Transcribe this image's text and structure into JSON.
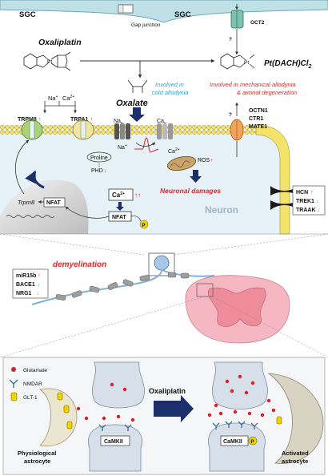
{
  "top_panel": {
    "sgc_left": "SGC",
    "sgc_right": "SGC",
    "gap_junction": "Gap junction",
    "oxaliplatin": "Oxaliplatin",
    "oct2": "OCT2",
    "oct2_question": "?",
    "pt_product": "Pt(DACH)Cl",
    "pt_product_sub": "2",
    "oxalate": "Oxalate",
    "cold_allodynia_1": "Involved in",
    "cold_allodynia_2": "cold allodynia",
    "mech_allodynia_1": "Involved in mechanical allodynia",
    "mech_allodynia_2": "& axonal degeneration",
    "na_ion": "Na",
    "ca_ion": "Ca",
    "ca_sup": "2+",
    "na_sup": "+",
    "trpm8": "TRPM8",
    "trpa1": "TRPA1",
    "nav": "Na",
    "nav_sub": "v",
    "cav": "Ca",
    "cav_sub": "v",
    "na_out": "Na",
    "ca_out": "Ca",
    "proline": "Proline",
    "phd": "PHD",
    "ros": "ROS",
    "transporter_question": "?",
    "octn1": "OCTN1",
    "ctr1": "CTR1",
    "mate1": "MATE1",
    "ca_box": "Ca",
    "nfat_cyto": "NFAT",
    "nfat_nuc": "NFAT",
    "trpm8_gene": "Trpm8",
    "phospho": "P",
    "neuronal_damages": "Neuronal damages",
    "neuron_label": "Neuron",
    "channels": {
      "hcn": "HCN",
      "trek1": "TREK1",
      "traak": "TRAAK"
    }
  },
  "middle_panel": {
    "demyelination": "demyelination",
    "mir15b": "miR15b",
    "bace1": "BACE1",
    "nrg1": "NRG1"
  },
  "bottom_panel": {
    "legend_glutamate": "Glutamate",
    "legend_nmdar": "NMDAR",
    "legend_glt1": "GLT-1",
    "oxaliplatin": "Oxaliplatin",
    "camkii_left": "CaMKII",
    "camkii_right": "CaMKII",
    "phospho": "P",
    "physiological_1": "Physiological",
    "physiological_2": "astrocyte",
    "activated_1": "Activated",
    "activated_2": "astrocyte"
  },
  "colors": {
    "up_arrow": "#d62828",
    "down_arrow": "#2a9ec4",
    "cold_text": "#2aa5d8",
    "mech_text": "#e0252b",
    "dark_arrow": "#1d2f6b",
    "neuron_label": "#9fb7c9",
    "glutamate": "#d7202a",
    "spinal_cord": "#f5b8c2"
  }
}
